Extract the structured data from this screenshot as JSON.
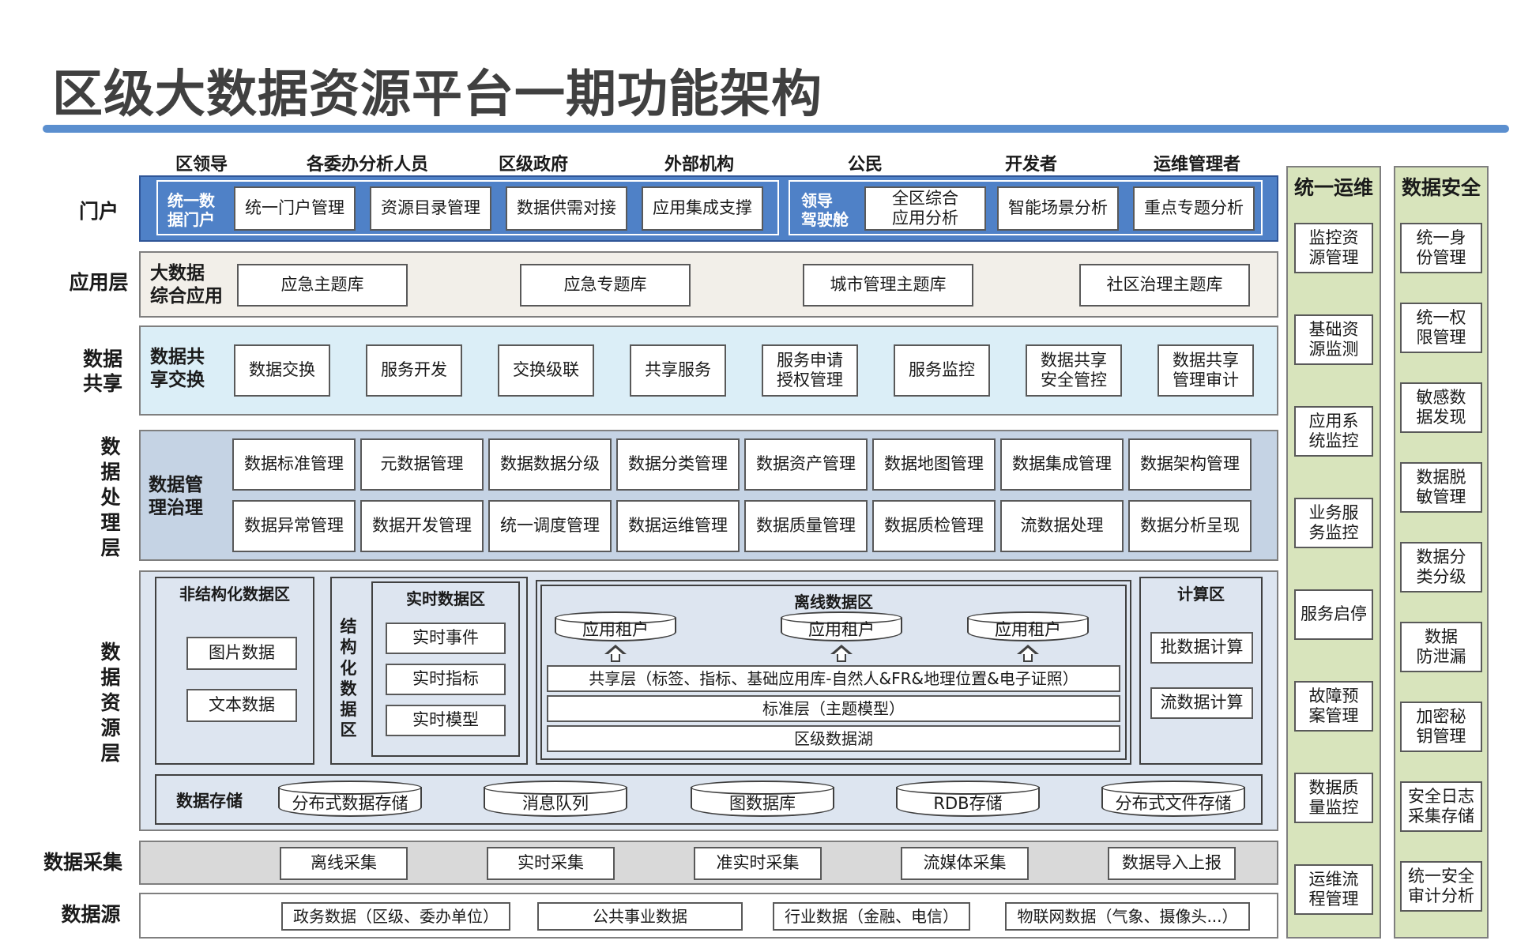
{
  "title": "区级大数据资源平台一期功能架构",
  "roles": [
    "区领导",
    "各委办分析人员",
    "区级政府",
    "外部机构",
    "公民",
    "开发者",
    "运维管理者"
  ],
  "layers": {
    "portal": "门户",
    "app": "应用层",
    "share": "数据\n共享",
    "process": "数\n据\n处\n理\n层",
    "resource": "数\n据\n资\n源\n层",
    "collect": "数据采集",
    "source": "数据源"
  },
  "portal": {
    "group1_tag": "统一数\n据门户",
    "group1_items": [
      "统一门户管理",
      "资源目录管理",
      "数据供需对接",
      "应用集成支撑"
    ],
    "group2_tag": "领导\n驾驶舱",
    "group2_items": [
      "全区综合\n应用分析",
      "智能场景分析",
      "重点专题分析"
    ]
  },
  "app": {
    "tag": "大数据\n综合应用",
    "items": [
      "应急主题库",
      "应急专题库",
      "城市管理主题库",
      "社区治理主题库"
    ]
  },
  "share": {
    "tag": "数据共\n享交换",
    "items": [
      "数据交换",
      "服务开发",
      "交换级联",
      "共享服务",
      "服务申请\n授权管理",
      "服务监控",
      "数据共享\n安全管控",
      "数据共享\n管理审计"
    ]
  },
  "process": {
    "tag": "数据管\n理治理",
    "row1": [
      "数据标准管理",
      "元数据管理",
      "数据数据分级",
      "数据分类管理",
      "数据资产管理",
      "数据地图管理",
      "数据集成管理",
      "数据架构管理"
    ],
    "row2": [
      "数据异常管理",
      "数据开发管理",
      "统一调度管理",
      "数据运维管理",
      "数据质量管理",
      "数据质检管理",
      "流数据处理",
      "数据分析呈现"
    ]
  },
  "resource": {
    "unstructured_title": "非结构化数据区",
    "unstructured_items": [
      "图片数据",
      "文本数据"
    ],
    "structured_label": "结\n构\n化\n数\n据\n区",
    "realtime_title": "实时数据区",
    "realtime_items": [
      "实时事件",
      "实时指标",
      "实时模型"
    ],
    "offline_title": "离线数据区",
    "tenants": [
      "应用租户",
      "应用租户",
      "应用租户"
    ],
    "offline_layers": [
      "共享层（标签、指标、基础应用库-自然人&FR&地理位置&电子证照）",
      "标准层（主题模型）",
      "区级数据湖"
    ],
    "compute_title": "计算区",
    "compute_items": [
      "批数据计算",
      "流数据计算"
    ],
    "storage_tag": "数据存储",
    "storage_items": [
      "分布式数据存储",
      "消息队列",
      "图数据库",
      "RDB存储",
      "分布式文件存储"
    ]
  },
  "collect": {
    "items": [
      "离线采集",
      "实时采集",
      "准实时采集",
      "流媒体采集",
      "数据导入上报"
    ]
  },
  "source": {
    "items": [
      "政务数据（区级、委办单位）",
      "公共事业数据",
      "行业数据（金融、电信）",
      "物联网数据（气象、摄像头...）"
    ]
  },
  "ops": {
    "title": "统一运维",
    "items": [
      "监控资\n源管理",
      "基础资\n源监测",
      "应用系\n统监控",
      "业务服\n务监控",
      "服务启停",
      "故障预\n案管理",
      "数据质\n量监控",
      "运维流\n程管理"
    ]
  },
  "security": {
    "title": "数据安全",
    "items": [
      "统一身\n份管理",
      "统一权\n限管理",
      "敏感数\n据发现",
      "数据脱\n敏管理",
      "数据分\n类分级",
      "数据\n防泄漏",
      "加密秘\n钥管理",
      "安全日志\n采集存储",
      "统一安全\n审计分析"
    ]
  },
  "colors": {
    "title_rule": "#5b8fcf",
    "portal_band": "#4f81c7",
    "app_band": "#f2efe9",
    "share_band": "#dbeef7",
    "process_band": "#c5d3e4",
    "resource_band": "#dde5f0",
    "collect_band": "#d9d9d9",
    "side_columns": "#d8e4bc"
  }
}
